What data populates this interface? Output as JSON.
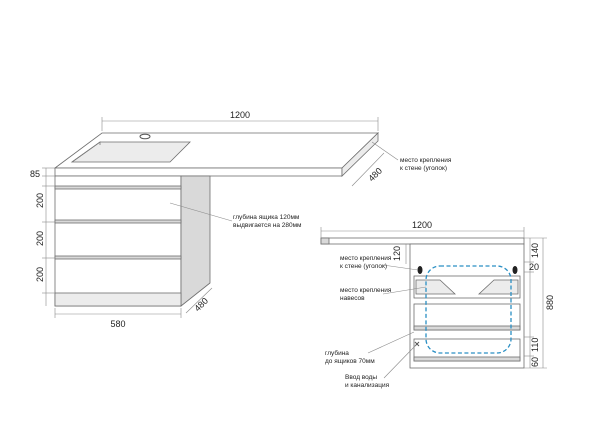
{
  "left_view": {
    "width_dim": "1200",
    "depth_dim": "480",
    "top_thickness": "85",
    "drawer_1": "200",
    "drawer_2": "200",
    "drawer_3": "200",
    "cabinet_width": "580",
    "cabinet_depth": "480",
    "note_drawer_line1": "глубина ящика 120мм",
    "note_drawer_line2": "выдвигается на 280мм",
    "note_wall_line1": "место крепления",
    "note_wall_line2": "к стене (уголок)"
  },
  "right_view": {
    "width_dim": "1200",
    "height_dim": "880",
    "dim_140": "140",
    "dim_20": "20",
    "dim_120": "120",
    "dim_110": "110",
    "dim_60": "60",
    "note_wall_line1": "место крепления",
    "note_wall_line2": "к стене (уголок)",
    "note_hinge_line1": "место крепления",
    "note_hinge_line2": "навесов",
    "note_depth_line1": "глубина",
    "note_depth_line2": "до ящиков 70мм",
    "note_water_line1": "Ввод воды",
    "note_water_line2": "и канализация"
  },
  "colors": {
    "outline": "#6e6e6e",
    "shade": "#d9d9d9",
    "siphon_zone": "#2a8fc4"
  }
}
